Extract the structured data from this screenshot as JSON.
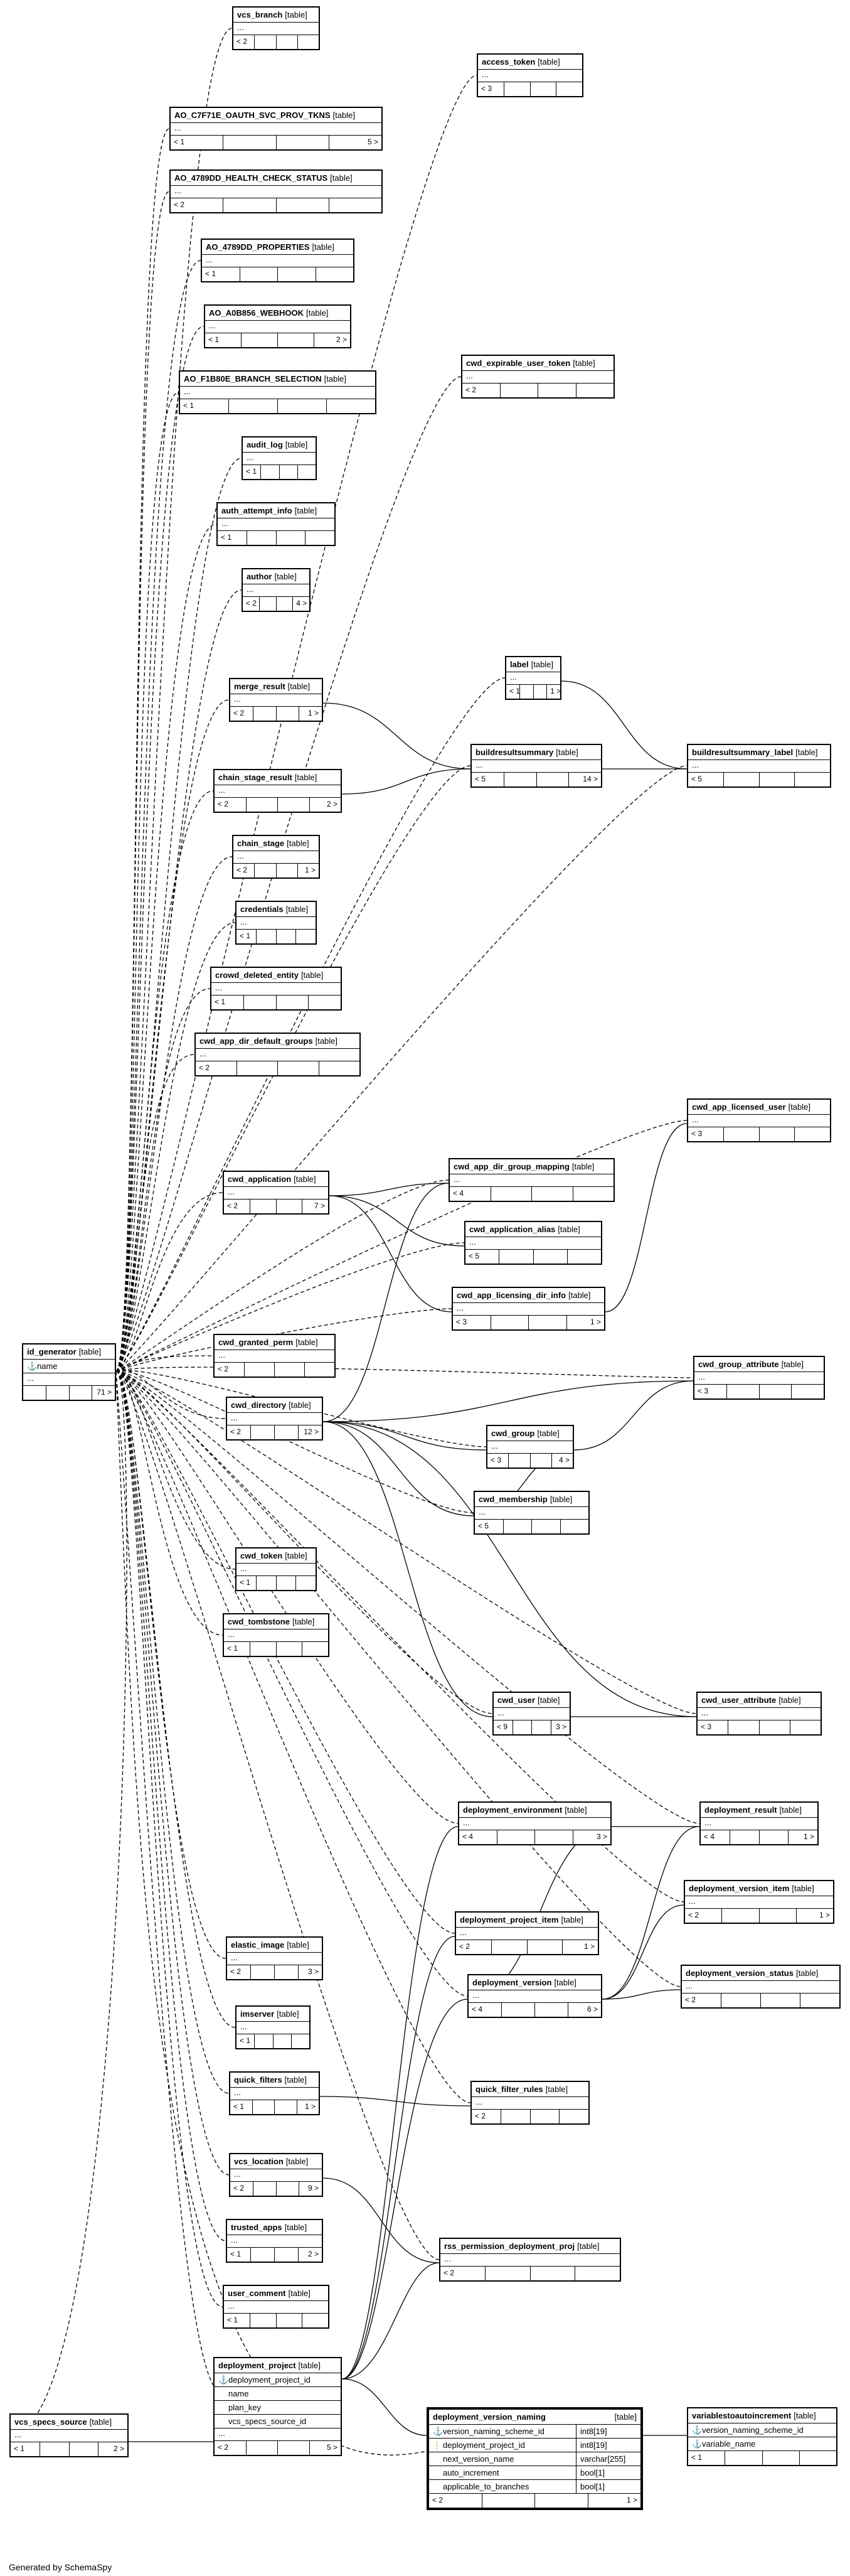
{
  "footer": "Generated by SchemaSpy",
  "tables": [
    {
      "name": "vcs_branch",
      "kind": "[table]",
      "parents": "< 2",
      "children": ""
    },
    {
      "name": "access_token",
      "kind": "[table]",
      "parents": "< 3",
      "children": ""
    },
    {
      "name": "AO_C7F71E_OAUTH_SVC_PROV_TKNS",
      "kind": "[table]",
      "parents": "< 1",
      "children": "5 >"
    },
    {
      "name": "AO_4789DD_HEALTH_CHECK_STATUS",
      "kind": "[table]",
      "parents": "< 2",
      "children": ""
    },
    {
      "name": "AO_4789DD_PROPERTIES",
      "kind": "[table]",
      "parents": "< 1",
      "children": ""
    },
    {
      "name": "AO_A0B856_WEBHOOK",
      "kind": "[table]",
      "parents": "< 1",
      "children": "2 >"
    },
    {
      "name": "AO_F1B80E_BRANCH_SELECTION",
      "kind": "[table]",
      "parents": "< 1",
      "children": ""
    },
    {
      "name": "cwd_expirable_user_token",
      "kind": "[table]",
      "parents": "< 2",
      "children": ""
    },
    {
      "name": "audit_log",
      "kind": "[table]",
      "parents": "< 1",
      "children": ""
    },
    {
      "name": "auth_attempt_info",
      "kind": "[table]",
      "parents": "< 1",
      "children": ""
    },
    {
      "name": "author",
      "kind": "[table]",
      "parents": "< 2",
      "children": "4 >"
    },
    {
      "name": "label",
      "kind": "[table]",
      "parents": "< 1",
      "children": "1 >"
    },
    {
      "name": "merge_result",
      "kind": "[table]",
      "parents": "< 2",
      "children": "1 >"
    },
    {
      "name": "buildresultsummary",
      "kind": "[table]",
      "parents": "< 5",
      "children": "14 >"
    },
    {
      "name": "buildresultsummary_label",
      "kind": "[table]",
      "parents": "< 5",
      "children": ""
    },
    {
      "name": "chain_stage_result",
      "kind": "[table]",
      "parents": "< 2",
      "children": "2 >"
    },
    {
      "name": "chain_stage",
      "kind": "[table]",
      "parents": "< 2",
      "children": "1 >"
    },
    {
      "name": "credentials",
      "kind": "[table]",
      "parents": "< 1",
      "children": ""
    },
    {
      "name": "crowd_deleted_entity",
      "kind": "[table]",
      "parents": "< 1",
      "children": ""
    },
    {
      "name": "cwd_app_dir_default_groups",
      "kind": "[table]",
      "parents": "< 2",
      "children": ""
    },
    {
      "name": "cwd_app_licensed_user",
      "kind": "[table]",
      "parents": "< 3",
      "children": ""
    },
    {
      "name": "cwd_app_dir_group_mapping",
      "kind": "[table]",
      "parents": "< 4",
      "children": ""
    },
    {
      "name": "cwd_application",
      "kind": "[table]",
      "parents": "< 2",
      "children": "7 >"
    },
    {
      "name": "cwd_application_alias",
      "kind": "[table]",
      "parents": "< 5",
      "children": ""
    },
    {
      "name": "cwd_app_licensing_dir_info",
      "kind": "[table]",
      "parents": "< 3",
      "children": "1 >"
    },
    {
      "name": "cwd_granted_perm",
      "kind": "[table]",
      "parents": "< 2",
      "children": ""
    },
    {
      "name": "cwd_group_attribute",
      "kind": "[table]",
      "parents": "< 3",
      "children": ""
    },
    {
      "name": "cwd_directory",
      "kind": "[table]",
      "parents": "< 2",
      "children": "12 >"
    },
    {
      "name": "cwd_group",
      "kind": "[table]",
      "parents": "< 3",
      "children": "4 >"
    },
    {
      "name": "cwd_membership",
      "kind": "[table]",
      "parents": "< 5",
      "children": ""
    },
    {
      "name": "cwd_token",
      "kind": "[table]",
      "parents": "< 1",
      "children": ""
    },
    {
      "name": "cwd_tombstone",
      "kind": "[table]",
      "parents": "< 1",
      "children": ""
    },
    {
      "name": "cwd_user",
      "kind": "[table]",
      "parents": "< 9",
      "children": "3 >"
    },
    {
      "name": "cwd_user_attribute",
      "kind": "[table]",
      "parents": "< 3",
      "children": ""
    },
    {
      "name": "deployment_environment",
      "kind": "[table]",
      "parents": "< 4",
      "children": "3 >"
    },
    {
      "name": "deployment_result",
      "kind": "[table]",
      "parents": "< 4",
      "children": "1 >"
    },
    {
      "name": "deployment_version_item",
      "kind": "[table]",
      "parents": "< 2",
      "children": "1 >"
    },
    {
      "name": "deployment_project_item",
      "kind": "[table]",
      "parents": "< 2",
      "children": "1 >"
    },
    {
      "name": "deployment_version",
      "kind": "[table]",
      "parents": "< 4",
      "children": "6 >"
    },
    {
      "name": "deployment_version_status",
      "kind": "[table]",
      "parents": "< 2",
      "children": ""
    },
    {
      "name": "elastic_image",
      "kind": "[table]",
      "parents": "< 2",
      "children": "3 >"
    },
    {
      "name": "imserver",
      "kind": "[table]",
      "parents": "< 1",
      "children": ""
    },
    {
      "name": "quick_filters",
      "kind": "[table]",
      "parents": "< 1",
      "children": "1 >"
    },
    {
      "name": "quick_filter_rules",
      "kind": "[table]",
      "parents": "< 2",
      "children": ""
    },
    {
      "name": "vcs_location",
      "kind": "[table]",
      "parents": "< 2",
      "children": "9 >"
    },
    {
      "name": "trusted_apps",
      "kind": "[table]",
      "parents": "< 1",
      "children": "2 >"
    },
    {
      "name": "rss_permission_deployment_proj",
      "kind": "[table]",
      "parents": "< 2",
      "children": ""
    },
    {
      "name": "user_comment",
      "kind": "[table]",
      "parents": "< 1",
      "children": ""
    },
    {
      "name": "vcs_specs_source",
      "kind": "[table]",
      "parents": "< 1",
      "children": "2 >"
    }
  ],
  "id_generator": {
    "name": "id_generator",
    "kind": "[table]",
    "col1": "name",
    "ellipsis": "...",
    "children": "71 >"
  },
  "deployment_project": {
    "name": "deployment_project",
    "kind": "[table]",
    "cols": [
      "deployment_project_id",
      "name",
      "plan_key",
      "vcs_specs_source_id"
    ],
    "ellipsis": "...",
    "parents": "< 2",
    "children": "5 >"
  },
  "deployment_version_naming": {
    "name": "deployment_version_naming",
    "kind": "[table]",
    "cols": [
      [
        "version_naming_scheme_id",
        "int8[19]"
      ],
      [
        "deployment_project_id",
        "int8[19]"
      ],
      [
        "next_version_name",
        "varchar[255]"
      ],
      [
        "auto_increment",
        "bool[1]"
      ],
      [
        "applicable_to_branches",
        "bool[1]"
      ]
    ],
    "parents": "< 2",
    "children": "1 >"
  },
  "variablestoautoincrement": {
    "name": "variablestoautoincrement",
    "kind": "[table]",
    "cols": [
      "version_naming_scheme_id",
      "variable_name"
    ],
    "parents": "< 1",
    "children": ""
  },
  "ellipsis": "..."
}
